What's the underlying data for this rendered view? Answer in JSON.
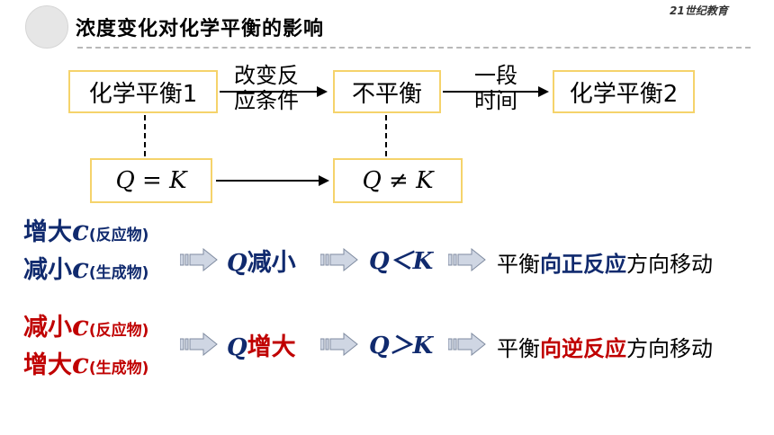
{
  "header": {
    "title": "浓度变化对化学平衡的影响",
    "logo_text": "21世纪教育"
  },
  "diagram": {
    "box1": "化学平衡1",
    "box2": "不平衡",
    "box3": "化学平衡2",
    "arrow1_label_line1": "改变反",
    "arrow1_label_line2": "应条件",
    "arrow2_label_line1": "一段",
    "arrow2_label_line2": "时间",
    "relation1": "Q = K",
    "relation2": "Q ≠ K"
  },
  "case1": {
    "line1_verb": "增大",
    "line1_sub": "(反应物)",
    "line2_verb": "减小",
    "line2_sub": "(生成物)",
    "c_symbol": "c",
    "q_label": "Q",
    "q_change": "减小",
    "comparison": "Q＜K",
    "result_prefix": "平衡",
    "result_highlight": "向正反应",
    "result_suffix": "方向移动"
  },
  "case2": {
    "line1_verb": "减小",
    "line1_sub": "(反应物)",
    "line2_verb": "增大",
    "line2_sub": "(生成物)",
    "c_symbol": "c",
    "q_label": "Q",
    "q_change": "增大",
    "comparison": "Q＞K",
    "result_prefix": "平衡",
    "result_highlight": "向逆反应",
    "result_suffix": "方向移动"
  },
  "colors": {
    "navy": "#102a6e",
    "red": "#c00000",
    "box_border": "#f5d36b",
    "block_arrow_fill": "#cfd6e3"
  }
}
